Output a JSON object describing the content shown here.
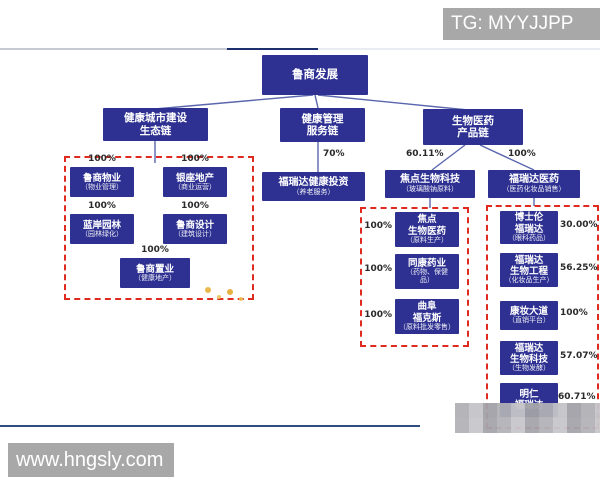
{
  "overlays": {
    "tg_label": "TG: MYYJJPP",
    "site_watermark": "www.hngsly.com"
  },
  "colors": {
    "node_fill": "#2e3192",
    "dashed_border": "#df2b1f",
    "connector": "#5a66ad",
    "watermark_bg": "#a8a8a8"
  },
  "diagram": {
    "root": {
      "label": "鲁商发展"
    },
    "chains": [
      {
        "label": "健康城市建设\n生态链"
      },
      {
        "label": "健康管理\n服务链",
        "pct": "70%"
      },
      {
        "label": "生物医药\n产品链"
      }
    ],
    "mid_company": {
      "label": "福瑞达健康投资",
      "sub": "（养老服务）"
    },
    "bio_companies": [
      {
        "label": "焦点生物科技",
        "sub": "（玻璃酸钠原料）",
        "pct": "60.11%"
      },
      {
        "label": "福瑞达医药",
        "sub": "（医药化妆品销售）",
        "pct": "100%"
      }
    ],
    "left_group": [
      {
        "label": "鲁商物业",
        "sub": "（物业管理）",
        "pct": "100%"
      },
      {
        "label": "银座地产",
        "sub": "（商业运营）",
        "pct": "100%"
      },
      {
        "label": "蓝岸园林",
        "sub": "（园林绿化）",
        "pct": "100%"
      },
      {
        "label": "鲁商设计",
        "sub": "（建筑设计）",
        "pct": "100%"
      },
      {
        "label": "鲁商置业",
        "sub": "（健康地产）",
        "pct": "100%"
      }
    ],
    "mid_group": [
      {
        "label": "焦点\n生物医药",
        "sub": "（原料生产）",
        "pct": "100%"
      },
      {
        "label": "同康药业",
        "sub": "（药物、保健\n品）",
        "pct": "100%"
      },
      {
        "label": "曲阜\n福克斯",
        "sub": "（原料批发零售）",
        "pct": "100%"
      }
    ],
    "right_group": [
      {
        "label": "博士伦\n福瑞达",
        "sub": "（眼科药品）",
        "pct": "30.00%"
      },
      {
        "label": "福瑞达\n生物工程",
        "sub": "（化妆品生产）",
        "pct": "56.25%"
      },
      {
        "label": "康妆大道",
        "sub": "（直销平台）",
        "pct": "100%"
      },
      {
        "label": "福瑞达\n生物科技",
        "sub": "（生物发酵）",
        "pct": "57.07%"
      },
      {
        "label": "明仁\n福瑞达",
        "sub": "",
        "pct": "60.71%"
      }
    ]
  }
}
